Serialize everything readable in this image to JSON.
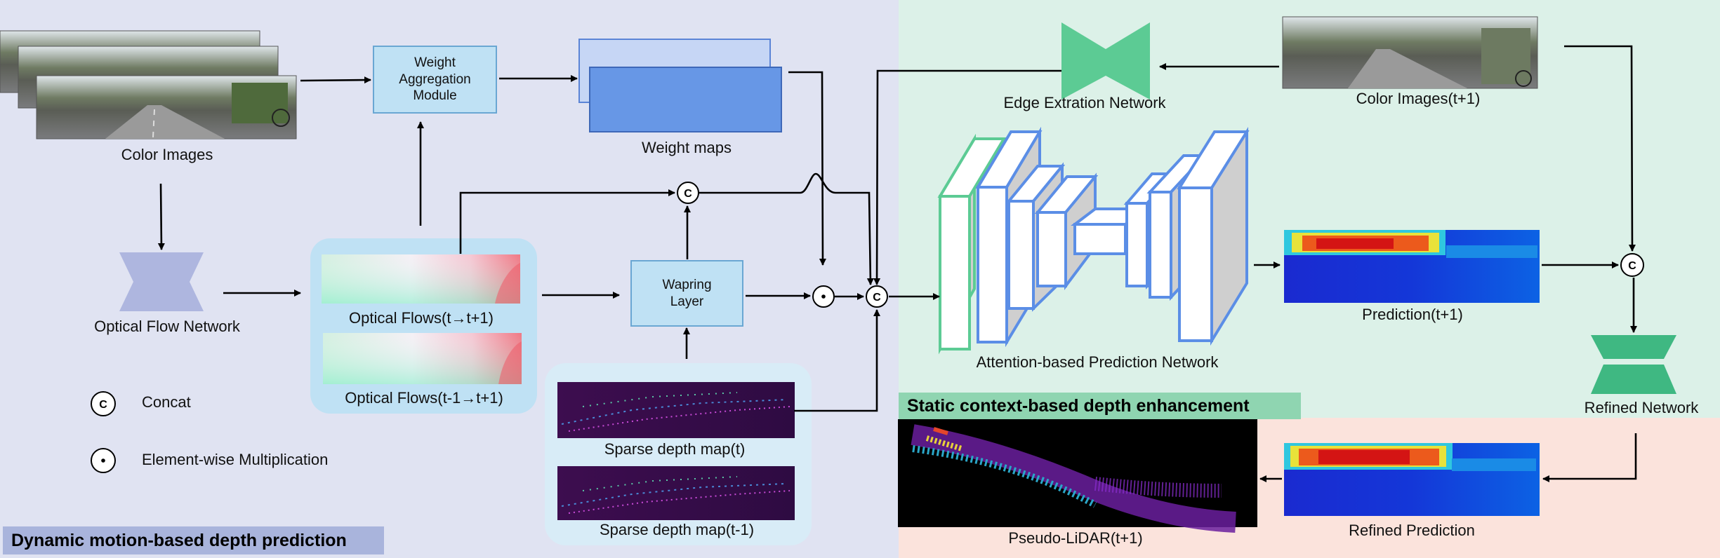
{
  "regions": {
    "left_title": "Dynamic motion-based depth prediction",
    "right_title": "Static context-based depth enhancement"
  },
  "labels": {
    "color_images": "Color Images",
    "weight_aggregation_module": "Weight\nAggregation\nModule",
    "weight_maps": "Weight maps",
    "optical_flow_network": "Optical Flow Network",
    "optical_flows_1": "Optical Flows(t→t+1)",
    "optical_flows_2": "Optical Flows(t-1→t+1)",
    "warping_layer": "Wapring\nLayer",
    "sparse_depth_t": "Sparse depth map(t)",
    "sparse_depth_t1": "Sparse depth map(t-1)",
    "edge_network": "Edge Extration Network",
    "color_images_t1": "Color Images(t+1)",
    "attention_network": "Attention-based Prediction Network",
    "prediction_t1": "Prediction(t+1)",
    "refined_network": "Refined Network",
    "refined_prediction": "Refined Prediction",
    "pseudo_lidar": "Pseudo-LiDAR(t+1)"
  },
  "legend": {
    "concat_symbol": "C",
    "concat_label": "Concat",
    "mult_symbol": "·",
    "mult_label": "Element-wise Multiplication"
  },
  "colors": {
    "left_bg": "#e0e3f2",
    "right_top_bg": "#dcf1e8",
    "right_bottom_bg": "#fbe3dc",
    "left_banner": "#a9b4dc",
    "right_banner": "#8fd5b1",
    "light_blue_box": "#bfe1f4",
    "weight_map_back": "#c6d6f5",
    "weight_map_front": "#6797e6",
    "network_blue": "#aeb6df",
    "network_green": "#5ccb94",
    "refined_green": "#3fb882"
  }
}
